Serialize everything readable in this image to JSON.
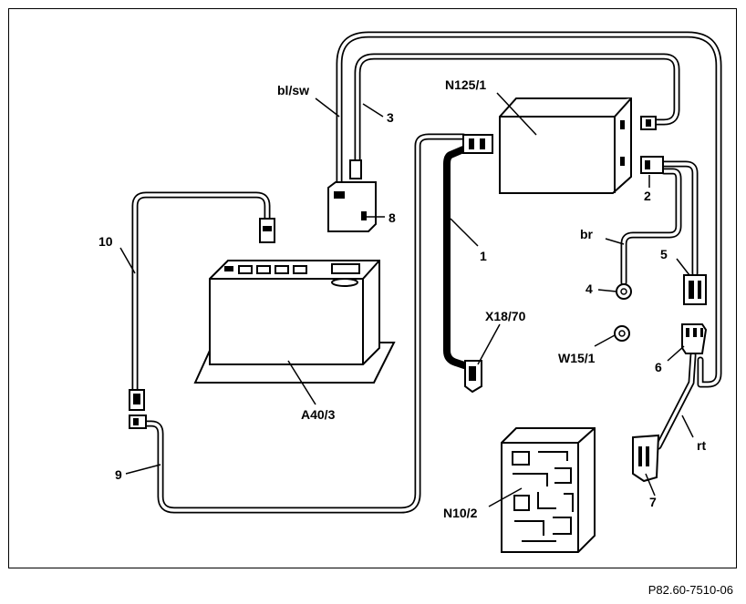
{
  "labels": {
    "n125_1": "N125/1",
    "bl_sw": "bl/sw",
    "l3": "3",
    "l8": "8",
    "l10": "10",
    "l1": "1",
    "l2": "2",
    "br": "br",
    "l5": "5",
    "l4": "4",
    "x18_70": "X18/70",
    "w15_1": "W15/1",
    "l6": "6",
    "a40_3": "A40/3",
    "rt": "rt",
    "l9": "9",
    "n10_2": "N10/2",
    "l7": "7"
  },
  "reference": "P82.60-7510-06"
}
